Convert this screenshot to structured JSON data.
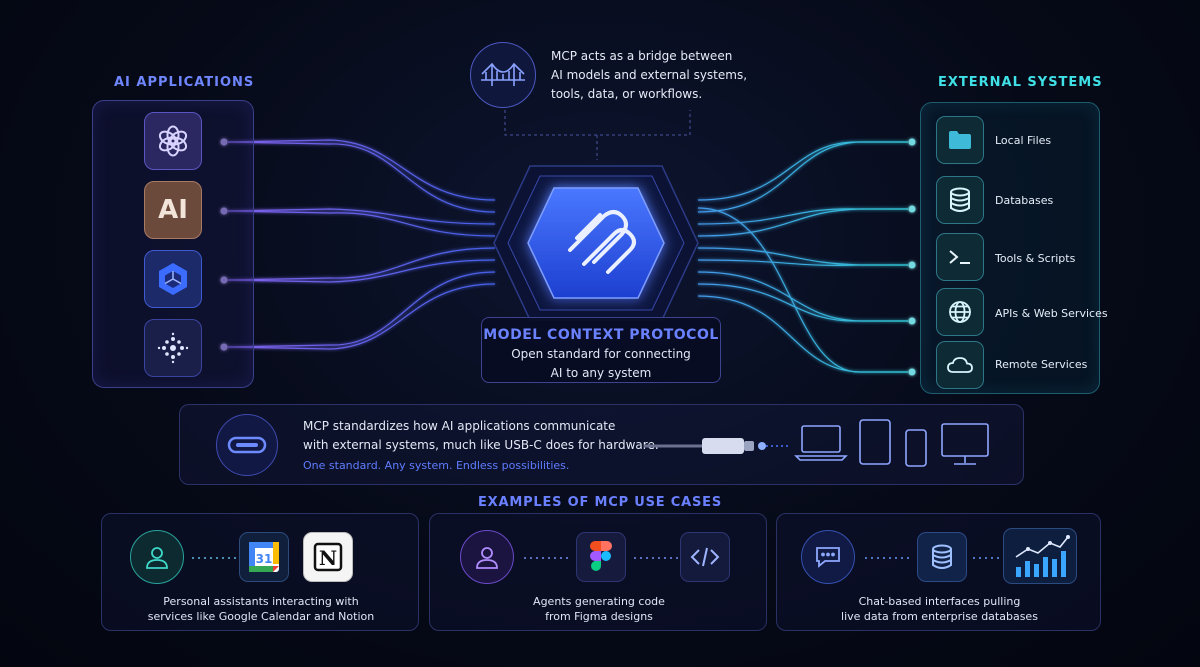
{
  "left_column": {
    "title": "AI APPLICATIONS",
    "apps": [
      {
        "icon": "openai-logo-icon"
      },
      {
        "icon": "ai-text-logo-icon",
        "text": "AI"
      },
      {
        "icon": "hexagon-cube-logo-icon"
      },
      {
        "icon": "dot-cluster-logo-icon"
      }
    ]
  },
  "right_column": {
    "title": "EXTERNAL SYSTEMS",
    "items": [
      {
        "label": "Local Files",
        "icon": "folder-icon"
      },
      {
        "label": "Databases",
        "icon": "database-icon"
      },
      {
        "label": "Tools & Scripts",
        "icon": "terminal-icon"
      },
      {
        "label": "APIs & Web Services",
        "icon": "globe-icon"
      },
      {
        "label": "Remote Services",
        "icon": "cloud-icon"
      }
    ]
  },
  "bridge_note": {
    "lines": [
      "MCP acts as a bridge between",
      "AI models and external systems,",
      "tools, data, or workflows."
    ],
    "icon": "bridge-icon"
  },
  "hub": {
    "title": "MODEL CONTEXT PROTOCOL",
    "subtitle_lines": [
      "Open standard for connecting",
      "AI to any system"
    ],
    "icon": "mcp-logo-icon"
  },
  "usb_section": {
    "line1": "MCP standardizes how AI applications communicate",
    "line2": "with external systems, much like USB-C does for hardware.",
    "tagline": "One standard. Any system. Endless possibilities.",
    "icons": [
      "usb-c-port-icon",
      "usb-cable-icon",
      "laptop-icon",
      "tablet-icon",
      "phone-icon",
      "monitor-icon"
    ]
  },
  "examples": {
    "title": "EXAMPLES OF MCP USE CASES",
    "cards": [
      {
        "lines": [
          "Personal assistants interacting with",
          "services like Google Calendar and Notion"
        ],
        "icons": [
          "user-icon",
          "google-calendar-icon",
          "notion-icon"
        ],
        "calendar_day": "31",
        "notion_letter": "N"
      },
      {
        "lines": [
          "Agents generating code",
          "from Figma designs"
        ],
        "icons": [
          "user-icon",
          "figma-icon",
          "code-icon"
        ]
      },
      {
        "lines": [
          "Chat-based interfaces pulling",
          "live data from enterprise databases"
        ],
        "icons": [
          "chat-icon",
          "database-icon",
          "chart-icon"
        ]
      }
    ]
  },
  "colors": {
    "background": "#060a18",
    "ai_accent": "#6f86ff",
    "external_accent": "#3fe0e6",
    "hub_blue": "#2f5bff"
  }
}
